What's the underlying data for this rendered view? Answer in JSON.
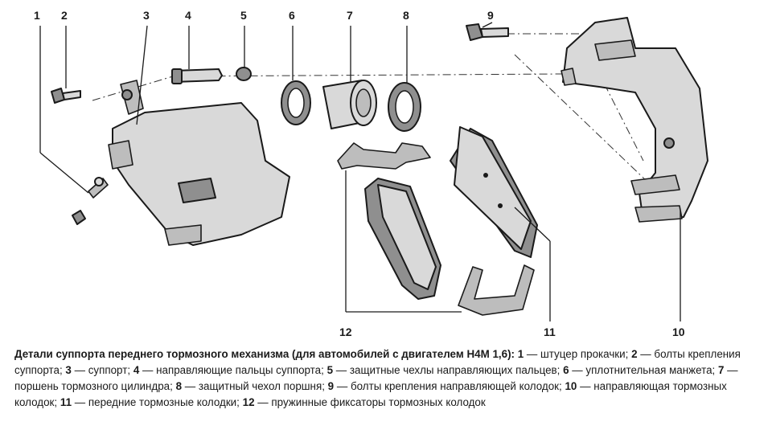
{
  "labels": {
    "n1": "1",
    "n2": "2",
    "n3": "3",
    "n4": "4",
    "n5": "5",
    "n6": "6",
    "n7": "7",
    "n8": "8",
    "n9": "9",
    "n10": "10",
    "n11": "11",
    "n12": "12"
  },
  "caption": {
    "title": "Детали суппорта переднего тормозного механизма (для автомобилей с двигателем H4M 1,6):",
    "items": [
      {
        "num": "1",
        "text": "штуцер прокачки"
      },
      {
        "num": "2",
        "text": "болты крепления суппорта"
      },
      {
        "num": "3",
        "text": "суппорт"
      },
      {
        "num": "4",
        "text": "направляющие пальцы суппорта"
      },
      {
        "num": "5",
        "text": "защитные чехлы направляющих пальцев"
      },
      {
        "num": "6",
        "text": "уплотнительная манжета"
      },
      {
        "num": "7",
        "text": "поршень тормозного цилиндра"
      },
      {
        "num": "8",
        "text": "защитный чехол поршня"
      },
      {
        "num": "9",
        "text": "болты крепления направляющей колодок"
      },
      {
        "num": "10",
        "text": "направляющая тормозных колодок"
      },
      {
        "num": "11",
        "text": "передние тормозные колодки"
      },
      {
        "num": "12",
        "text": "пружинные фиксаторы тормозных колодок"
      }
    ]
  }
}
